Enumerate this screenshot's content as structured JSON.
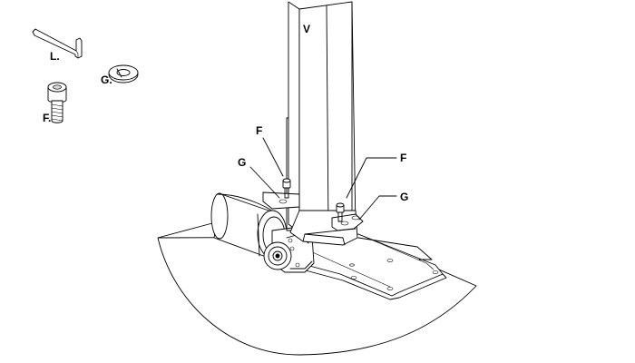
{
  "labels": {
    "column": "V",
    "allen_key": "L.",
    "washer_legend": "G.",
    "screw_legend": "F.",
    "screw_left": "F",
    "washer_left": "G",
    "screw_right": "F",
    "washer_right": "G"
  }
}
